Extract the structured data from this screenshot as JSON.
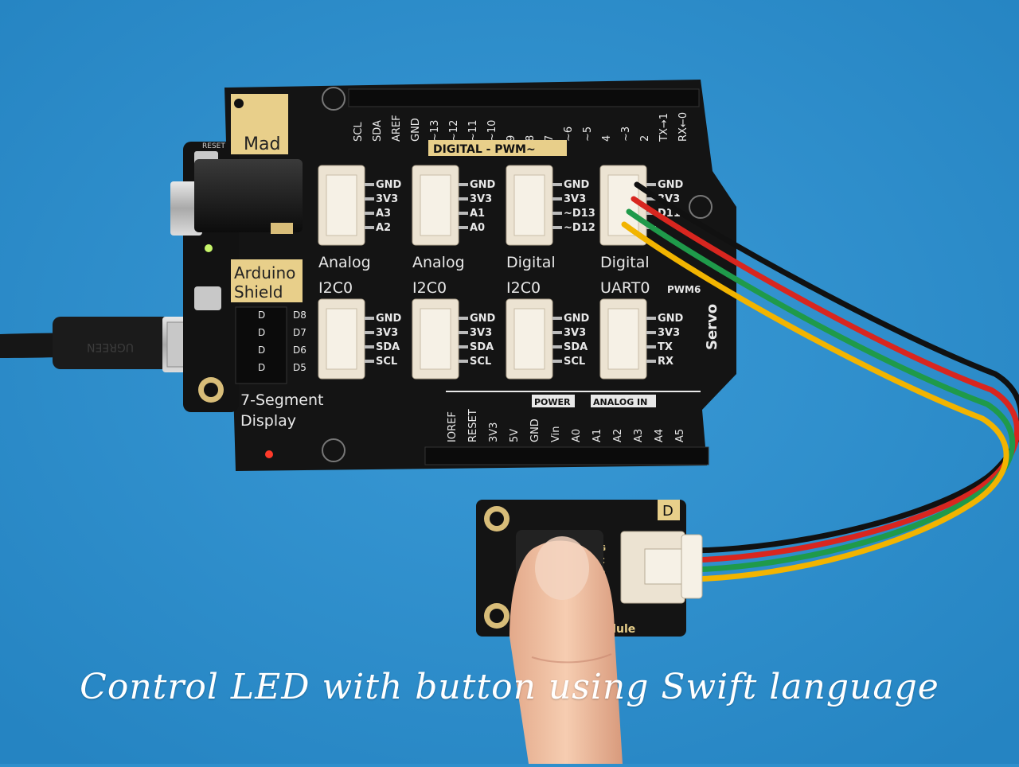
{
  "caption": "Control LED with button using Swift language",
  "board": {
    "mad_label": "Mad",
    "reset_label": "RESET",
    "shield_label_line1": "Arduino",
    "shield_label_line2": "Shield",
    "digital_pwm_label": "DIGITAL - PWM~",
    "top_pins": [
      "SCL",
      "SDA",
      "AREF",
      "GND",
      "~13",
      "~12",
      "~11",
      "~10",
      "9",
      "8",
      "7",
      "~6",
      "~5",
      "4",
      "~3",
      "2",
      "TX→1",
      "RX←0"
    ],
    "connectors_row1": [
      {
        "title": "Analog",
        "pins": [
          "GND",
          "3V3",
          "A3",
          "A2"
        ]
      },
      {
        "title": "Analog",
        "pins": [
          "GND",
          "3V3",
          "A1",
          "A0"
        ]
      },
      {
        "title": "Digital",
        "pins": [
          "GND",
          "3V3",
          "~D13",
          "~D12"
        ]
      },
      {
        "title": "Digital",
        "pins": [
          "GND",
          "3V3",
          "D11",
          ""
        ]
      }
    ],
    "connectors_row2": [
      {
        "title": "I2C0",
        "pins": [
          "GND",
          "3V3",
          "SDA",
          "SCL"
        ]
      },
      {
        "title": "I2C0",
        "pins": [
          "GND",
          "3V3",
          "SDA",
          "SCL"
        ]
      },
      {
        "title": "I2C0",
        "pins": [
          "GND",
          "3V3",
          "SDA",
          "SCL"
        ]
      },
      {
        "title": "UART0",
        "pins": [
          "GND",
          "3V3",
          "TX",
          "RX"
        ]
      }
    ],
    "pwm6_label": "PWM6",
    "servo_label": "Servo",
    "seven_seg_labels": [
      "D8",
      "D7",
      "D6",
      "D5"
    ],
    "seven_seg_left": [
      "D",
      "D",
      "D",
      "D"
    ],
    "seven_seg_title_line1": "7-Segment",
    "seven_seg_title_line2": "Display",
    "power_label": "POWER",
    "analog_in_label": "ANALOG IN",
    "bottom_pins": [
      "IOREF",
      "RESET",
      "3V3",
      "5V",
      "GND",
      "Vin",
      "A0",
      "A1",
      "A2",
      "A3",
      "A4",
      "A5"
    ],
    "cable_brand": "UGREEN"
  },
  "module": {
    "badge": "D",
    "pins": [
      "SIG",
      "NC",
      "V3"
    ],
    "name_fragment": "dule"
  },
  "colors": {
    "background": "#2e8fcc",
    "pcb": "#141414",
    "label_gold": "#e8cf8a",
    "connector": "#ece3d2",
    "wire_black": "#111111",
    "wire_red": "#d8261f",
    "wire_green": "#1f9a4a",
    "wire_yellow": "#f2b400"
  }
}
